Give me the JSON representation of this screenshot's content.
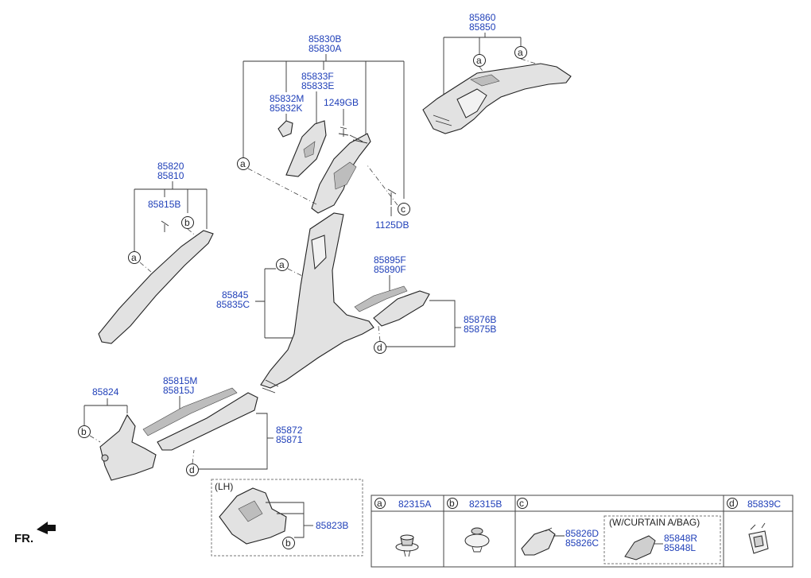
{
  "groups": {
    "b_pillar_pair": [
      "85830B",
      "85830A"
    ],
    "b_upper_pair": [
      "85833F",
      "85833E"
    ],
    "b_cover_pair": [
      "85832M",
      "85832K"
    ],
    "rear_pair": [
      "85860",
      "85850"
    ],
    "a_pillar_pair": [
      "85820",
      "85810"
    ],
    "center_pair": [
      "85845",
      "85835C"
    ],
    "rear_scuff_upper_pair": [
      "85895F",
      "85890F"
    ],
    "rear_scuff_pair": [
      "85876B",
      "85875B"
    ],
    "front_scuff_upper_pair": [
      "85815M",
      "85815J"
    ],
    "front_scuff_pair": [
      "85872",
      "85871"
    ]
  },
  "singles": {
    "bolt_top": "1249GB",
    "bolt_side": "1125DB",
    "clip_a_pillar": "85815B",
    "cowl_side": "85824",
    "lh_part": "85823B"
  },
  "marks": {
    "a": "a",
    "b": "b",
    "c": "c",
    "d": "d"
  },
  "lh_label": "(LH)",
  "fr_label": "FR.",
  "legend": {
    "a_code": "82315A",
    "b_code": "82315B",
    "c_codes": [
      "85826D",
      "85826C"
    ],
    "curtain_note": "(W/CURTAIN A/BAG)",
    "curtain_codes": [
      "85848R",
      "85848L"
    ],
    "d_code": "85839C"
  },
  "colors": {
    "part_number": "#1f3fb8",
    "line": "#333333",
    "part_fill": "#e2e2e2"
  }
}
